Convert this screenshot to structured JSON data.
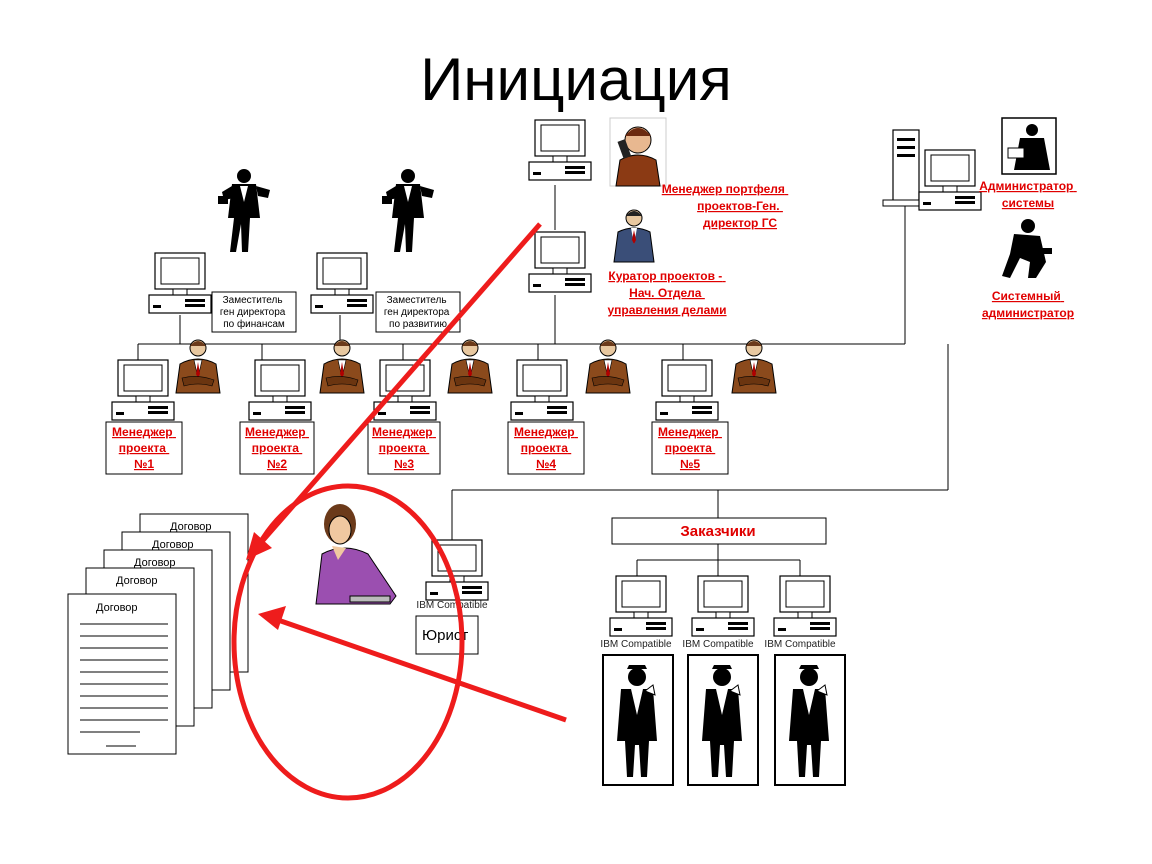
{
  "title": "Инициация",
  "portfolio_manager": [
    "Менеджер портфеля",
    "проектов-Ген.",
    "директор ГС"
  ],
  "curator": [
    "Куратор проектов -",
    "Нач. Отдела",
    "управления делами"
  ],
  "sys_admin_top": [
    "Администратор",
    "системы"
  ],
  "sys_admin_bottom": [
    "Системный",
    "администратор"
  ],
  "deputy_finance": [
    "Заместитель",
    "ген директора",
    "по финансам"
  ],
  "deputy_dev": [
    "Заместитель",
    "ген директора",
    "по развитию"
  ],
  "project_managers": [
    [
      "Менеджер",
      "проекта",
      "№1"
    ],
    [
      "Менеджер",
      "проекта",
      "№2"
    ],
    [
      "Менеджер",
      "проекта",
      "№3"
    ],
    [
      "Менеджер",
      "проекта",
      "№4"
    ],
    [
      "Менеджер",
      "проекта",
      "№5"
    ]
  ],
  "customers_label": "Заказчики",
  "ibm_label": "IBM Compatible",
  "lawyer_label": "Юрист",
  "contract_label": "Договор",
  "colors": {
    "accent_red": "#e00000",
    "arrow_red": "#ee1c1c",
    "jacket_brown": "#8b4a1c",
    "lawyer_purple": "#9b4fb0"
  },
  "icons": [
    "computer-icon",
    "businessman-icon",
    "walking-man-icon",
    "worker-icon",
    "phone-man-icon",
    "document-stack-icon"
  ]
}
